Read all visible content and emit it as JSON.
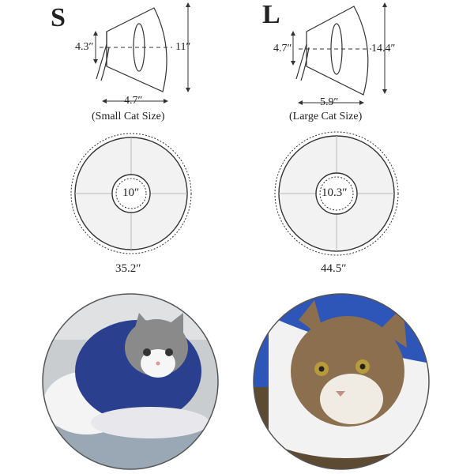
{
  "small": {
    "size_letter": "S",
    "neck_height": "4.3″",
    "height": "11″",
    "width": "4.7″",
    "caption": "(Small Cat Size)",
    "inner_diameter": "10″",
    "outer_circumference": "35.2″"
  },
  "large": {
    "size_letter": "L",
    "neck_height": "4.7″",
    "height": "14.4″",
    "width": "5.9″",
    "caption": "(Large Cat Size)",
    "inner_diameter": "10.3″",
    "outer_circumference": "44.5″"
  },
  "colors": {
    "line": "#333333",
    "collar_blue": "#2b3f8f",
    "cat_gray": "#8a8a8a",
    "cat_tabby": "#8b6f4e"
  }
}
